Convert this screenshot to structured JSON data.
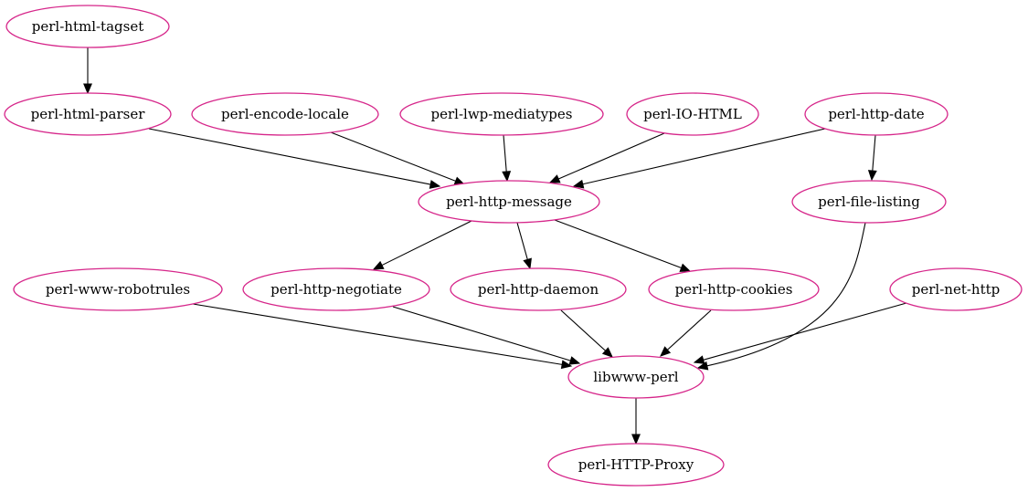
{
  "graph": {
    "node_color": "#d6268a",
    "edge_color": "#000000",
    "nodes": [
      {
        "id": "perl-html-tagset",
        "label": "perl-html-tagset"
      },
      {
        "id": "perl-html-parser",
        "label": "perl-html-parser"
      },
      {
        "id": "perl-encode-locale",
        "label": "perl-encode-locale"
      },
      {
        "id": "perl-lwp-mediatypes",
        "label": "perl-lwp-mediatypes"
      },
      {
        "id": "perl-IO-HTML",
        "label": "perl-IO-HTML"
      },
      {
        "id": "perl-http-date",
        "label": "perl-http-date"
      },
      {
        "id": "perl-http-message",
        "label": "perl-http-message"
      },
      {
        "id": "perl-file-listing",
        "label": "perl-file-listing"
      },
      {
        "id": "perl-www-robotrules",
        "label": "perl-www-robotrules"
      },
      {
        "id": "perl-http-negotiate",
        "label": "perl-http-negotiate"
      },
      {
        "id": "perl-http-daemon",
        "label": "perl-http-daemon"
      },
      {
        "id": "perl-http-cookies",
        "label": "perl-http-cookies"
      },
      {
        "id": "perl-net-http",
        "label": "perl-net-http"
      },
      {
        "id": "libwww-perl",
        "label": "libwww-perl"
      },
      {
        "id": "perl-HTTP-Proxy",
        "label": "perl-HTTP-Proxy"
      }
    ],
    "edges": [
      {
        "from": "perl-html-tagset",
        "to": "perl-html-parser"
      },
      {
        "from": "perl-html-parser",
        "to": "perl-http-message"
      },
      {
        "from": "perl-encode-locale",
        "to": "perl-http-message"
      },
      {
        "from": "perl-lwp-mediatypes",
        "to": "perl-http-message"
      },
      {
        "from": "perl-IO-HTML",
        "to": "perl-http-message"
      },
      {
        "from": "perl-http-date",
        "to": "perl-http-message"
      },
      {
        "from": "perl-http-date",
        "to": "perl-file-listing"
      },
      {
        "from": "perl-http-message",
        "to": "perl-http-negotiate"
      },
      {
        "from": "perl-http-message",
        "to": "perl-http-daemon"
      },
      {
        "from": "perl-http-message",
        "to": "perl-http-cookies"
      },
      {
        "from": "perl-www-robotrules",
        "to": "libwww-perl"
      },
      {
        "from": "perl-http-negotiate",
        "to": "libwww-perl"
      },
      {
        "from": "perl-http-daemon",
        "to": "libwww-perl"
      },
      {
        "from": "perl-http-cookies",
        "to": "libwww-perl"
      },
      {
        "from": "perl-file-listing",
        "to": "libwww-perl"
      },
      {
        "from": "perl-net-http",
        "to": "libwww-perl"
      },
      {
        "from": "libwww-perl",
        "to": "perl-HTTP-Proxy"
      }
    ]
  }
}
